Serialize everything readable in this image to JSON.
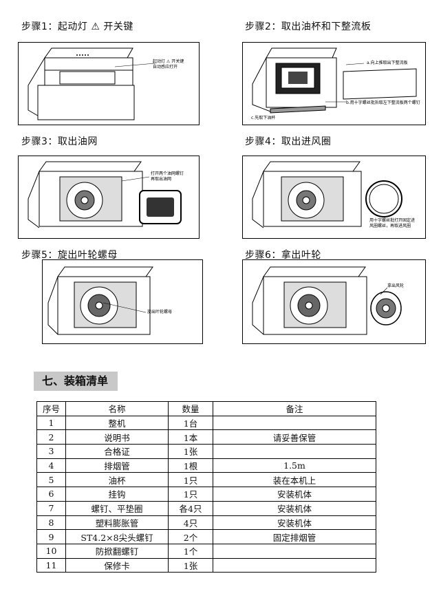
{
  "steps": [
    {
      "title": "步骤1：起动灯 ⚠ 开关键",
      "annotations": [
        "起动灯 ⚠ 开关键",
        "自动感应打开"
      ]
    },
    {
      "title": "步骤2：取出油杯和下整流板",
      "annotations": [
        "a.向上推取出下整流板",
        "b.用十字螺丝批拆取左下整流板两个螺钉",
        "c.先取下油杯"
      ]
    },
    {
      "title": "步骤3：取出油网",
      "annotations": [
        "打开两个油网螺钉",
        "再取出油网"
      ]
    },
    {
      "title": "步骤4：取出进风圈",
      "annotations": [
        "用十字螺丝批打开固定进",
        "风圈螺丝，再取进风圈"
      ]
    },
    {
      "title": "步骤5：旋出叶轮螺母",
      "annotations": [
        "旋出叶轮螺母"
      ]
    },
    {
      "title": "步骤6：拿出叶轮",
      "annotations": [
        "拿出风轮"
      ]
    }
  ],
  "section": {
    "title": "七、装箱清单"
  },
  "table": {
    "headers": [
      "序号",
      "名称",
      "数量",
      "备注"
    ],
    "rows": [
      [
        "1",
        "整机",
        "1台",
        ""
      ],
      [
        "2",
        "说明书",
        "1本",
        "请妥善保管"
      ],
      [
        "3",
        "合格证",
        "1张",
        ""
      ],
      [
        "4",
        "排烟管",
        "1根",
        "1.5m"
      ],
      [
        "5",
        "油杯",
        "1只",
        "装在本机上"
      ],
      [
        "6",
        "挂钩",
        "1只",
        "安装机体"
      ],
      [
        "7",
        "螺钉、平垫圈",
        "各4只",
        "安装机体"
      ],
      [
        "8",
        "塑料膨胀管",
        "4只",
        "安装机体"
      ],
      [
        "9",
        "ST4.2×8尖头螺钉",
        "2个",
        "固定排烟管"
      ],
      [
        "10",
        "防掀翻螺钉",
        "1个",
        ""
      ],
      [
        "11",
        "保修卡",
        "1张",
        ""
      ]
    ]
  }
}
